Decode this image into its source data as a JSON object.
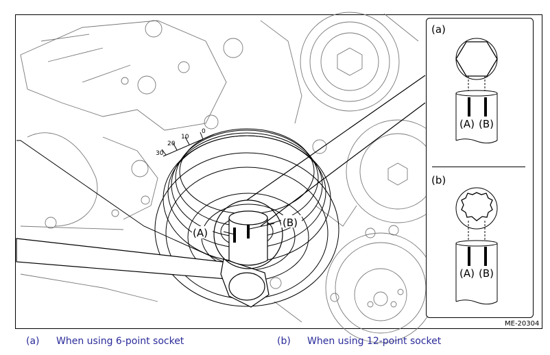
{
  "figure_code": "ME-20304",
  "main_labels": {
    "a": "(A)",
    "b": "(B)"
  },
  "scale_ticks": [
    "30",
    "20",
    "10",
    "0"
  ],
  "inset_a": {
    "tag": "(a)",
    "label_a": "(A)",
    "label_b": "(B)"
  },
  "inset_b": {
    "tag": "(b)",
    "label_a": "(A)",
    "label_b": "(B)"
  },
  "legend": [
    {
      "key": "(a)",
      "text": "When using 6-point socket"
    },
    {
      "key": "(b)",
      "text": "When using 12-point socket"
    }
  ],
  "colors": {
    "line": "#000000",
    "legend_text": "#2a2a9a",
    "shade": "#dcdcdc"
  }
}
